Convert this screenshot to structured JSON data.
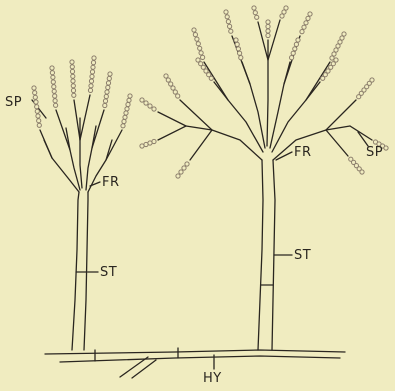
{
  "figure": {
    "labels": {
      "sp_left": "SP",
      "fr_left": "FR",
      "st_left": "ST",
      "sp_right": "SP",
      "fr_right": "FR",
      "st_right": "ST",
      "hy": "HY"
    },
    "colors": {
      "background": "#f0ecc0",
      "ink": "#2a2620",
      "spore": "#8a7d6a"
    }
  }
}
